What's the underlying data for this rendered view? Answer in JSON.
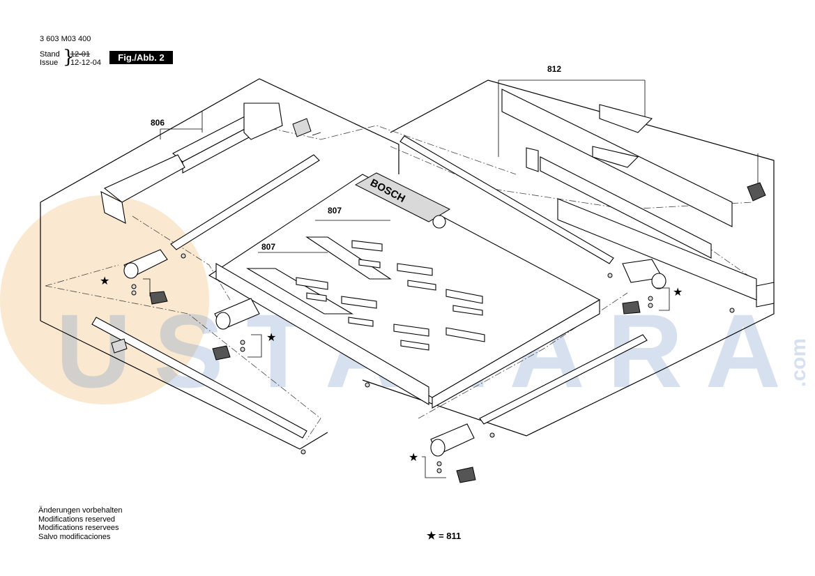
{
  "header": {
    "doc_number": "3 603 M03 400",
    "stand_label": "Stand",
    "issue_label": "Issue",
    "stand_date": "12-01",
    "issue_date": "12-12-04",
    "figure_badge": "Fig./Abb. 2"
  },
  "callouts": {
    "part_806": "806",
    "part_812": "812",
    "part_807_a": "807",
    "part_807_b": "807"
  },
  "brand_on_table": "BOSCH",
  "star_symbol": "★",
  "notes": [
    "Änderungen vorbehalten",
    "Modifications reserved",
    "Modifications reservees",
    "Salvo modificaciones"
  ],
  "legend": {
    "symbol": "★",
    "text": "= 811"
  },
  "watermark": {
    "text": "USTALARA",
    "suffix": ".com",
    "text_color": "#6f93c8",
    "circle_color": "#f0c078"
  }
}
